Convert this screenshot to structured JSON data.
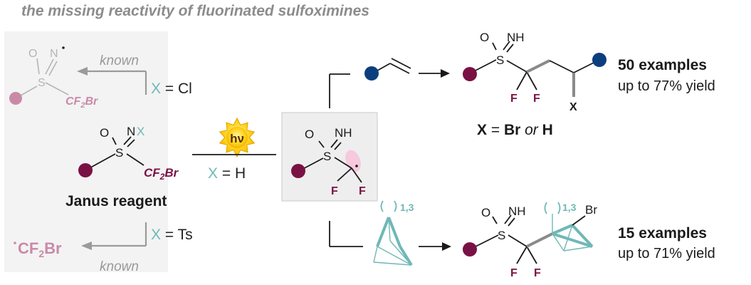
{
  "header": {
    "title": "the missing reactivity of fluorinated sulfoximines"
  },
  "colors": {
    "header_gray": "#8c8c8c",
    "maroon": "#7a1145",
    "pink": "#c98aa8",
    "teal": "#6fb8b6",
    "navy": "#0b3e7e",
    "gray_arrow": "#9a9a9a",
    "bond": "#1a1a1a",
    "light_atom": "#b5b5b5",
    "box_fill": "#efefef",
    "sun_yellow": "#f5c400"
  },
  "top_left": {
    "atom_o": "O",
    "atom_n": "N",
    "atom_s": "S",
    "substituent": "CF",
    "sub_index": "2",
    "sub_tail": "Br",
    "arrow_label": "known",
    "condition_x": "X",
    "condition_eq": " = Cl"
  },
  "janus": {
    "atom_o": "O",
    "atom_n": "N",
    "atom_x": "X",
    "atom_s": "S",
    "substituent": "CF",
    "sub_index": "2",
    "sub_tail": "Br",
    "label": "Janus reagent"
  },
  "light": {
    "symbol": "hν",
    "condition_x": "X",
    "condition_eq": " = H"
  },
  "bottom_left": {
    "product": "CF",
    "product_index": "2",
    "product_tail": "Br",
    "arrow_label": "known",
    "condition_x": "X",
    "condition_eq": " = Ts"
  },
  "radical": {
    "atom_o": "O",
    "atom_nh": "NH",
    "atom_s": "S",
    "atom_f1": "F",
    "atom_f2": "F"
  },
  "top_product": {
    "atom_o": "O",
    "atom_nh": "NH",
    "atom_s": "S",
    "atom_f1": "F",
    "atom_f2": "F",
    "atom_x": "X",
    "x_def_x": "X",
    "x_def_eq": " = ",
    "x_def_br": "Br",
    "x_def_or": " or ",
    "x_def_h": "H",
    "examples": "50 examples",
    "yield": "up to 77% yield"
  },
  "bottom_product": {
    "reagent_index": "1,3",
    "atom_o": "O",
    "atom_nh": "NH",
    "atom_s": "S",
    "atom_f1": "F",
    "atom_f2": "F",
    "atom_br": "Br",
    "product_index": "1,3",
    "examples": "15 examples",
    "yield": "up to 71% yield"
  }
}
